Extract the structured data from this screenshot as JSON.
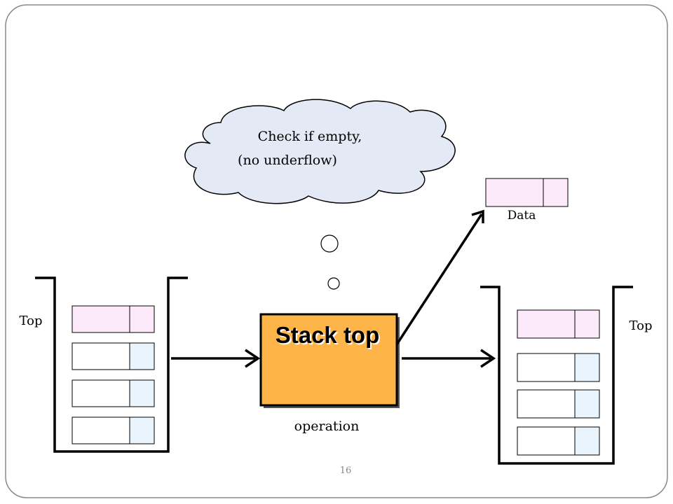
{
  "thought_cloud": {
    "line1": "Check if empty,",
    "line2": "(no underflow)"
  },
  "data_label": "Data",
  "left_stack": {
    "top_label": "Top",
    "item_count": 4
  },
  "right_stack": {
    "top_label": "Top",
    "item_count": 4
  },
  "operation_box": {
    "title": "Stack top",
    "caption": "operation"
  },
  "page_number": "16",
  "colors": {
    "operation_fill": "#FDB54A",
    "node_pink": "#FCEAFB",
    "node_blue": "#EAF4FD",
    "outline": "#000000"
  }
}
